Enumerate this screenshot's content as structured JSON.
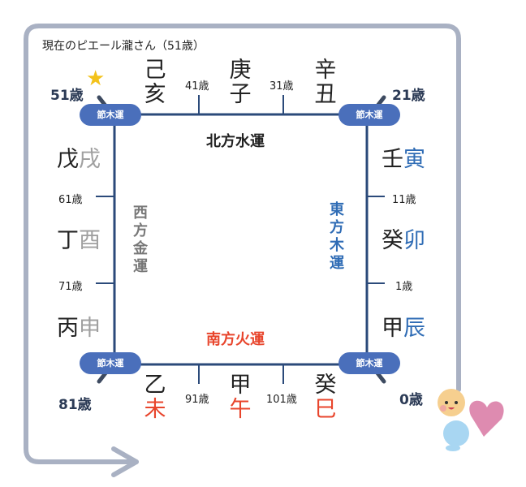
{
  "title": "現在のピエール瀧さん（51歳）",
  "corner_ages": {
    "top_left": "51歳",
    "top_right": "21歳",
    "bottom_left": "81歳",
    "bottom_right": "0歳"
  },
  "badge_label": "節木運",
  "directions": {
    "north": "北方水運",
    "west": "西方金運",
    "east": "東方木運",
    "south": "南方火運"
  },
  "top": {
    "pillars": [
      {
        "stem": "己",
        "branch": "亥"
      },
      {
        "stem": "庚",
        "branch": "子"
      },
      {
        "stem": "辛",
        "branch": "丑"
      }
    ],
    "ages": [
      "41歳",
      "31歳"
    ]
  },
  "left": {
    "pillars": [
      {
        "stem": "戊",
        "branch": "戌"
      },
      {
        "stem": "丁",
        "branch": "酉"
      },
      {
        "stem": "丙",
        "branch": "申"
      }
    ],
    "ages": [
      "61歳",
      "71歳"
    ]
  },
  "right": {
    "pillars": [
      {
        "stem": "壬",
        "branch": "寅"
      },
      {
        "stem": "癸",
        "branch": "卯"
      },
      {
        "stem": "甲",
        "branch": "辰"
      }
    ],
    "ages": [
      "11歳",
      "1歳"
    ]
  },
  "bottom": {
    "pillars": [
      {
        "stem": "乙",
        "branch": "未"
      },
      {
        "stem": "甲",
        "branch": "午"
      },
      {
        "stem": "癸",
        "branch": "巳"
      }
    ],
    "ages": [
      "91歳",
      "101歳"
    ]
  },
  "colors": {
    "line": "#2b4a7a",
    "badge": "#4a6fbb",
    "west": "#777777",
    "east": "#2f6cb5",
    "south": "#e8452c",
    "outer": "#a9b1c3"
  }
}
